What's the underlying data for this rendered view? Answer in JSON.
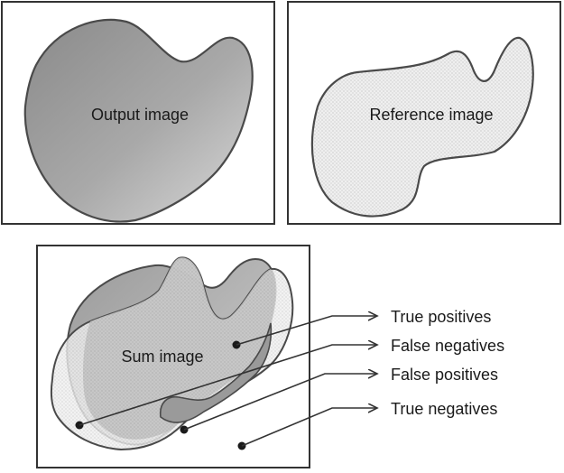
{
  "panels": {
    "output": {
      "label": "Output image"
    },
    "reference": {
      "label": "Reference image"
    },
    "sum": {
      "label": "Sum image"
    }
  },
  "legend": [
    {
      "id": "true-positives",
      "label": "True positives"
    },
    {
      "id": "false-negatives",
      "label": "False negatives"
    },
    {
      "id": "false-positives",
      "label": "False positives"
    },
    {
      "id": "true-negatives",
      "label": "True negatives"
    }
  ],
  "colors": {
    "frame": "#333333",
    "outline": "#4a4a4a",
    "output_fill_light": "#d2d2d2",
    "output_fill_dark": "#8c8c8c",
    "reference_fill": "#eeeeee",
    "overlap_fill": "#c2c2c2",
    "leader_line": "#333333"
  }
}
